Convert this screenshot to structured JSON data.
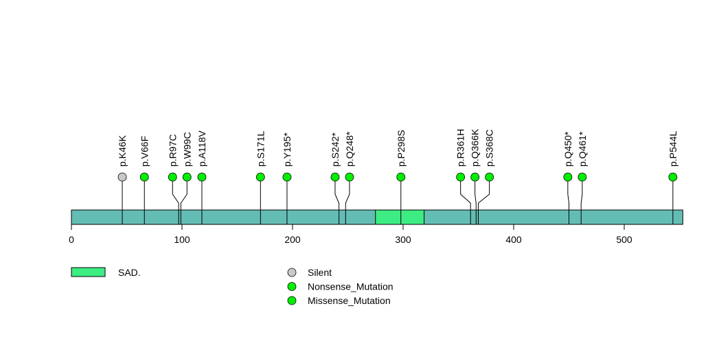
{
  "chart_data": {
    "type": "lollipop",
    "title": "",
    "protein_length": 553,
    "xlim": [
      0,
      553
    ],
    "x_ticks": [
      0,
      100,
      200,
      300,
      400,
      500
    ],
    "x_tick_labels": [
      "0",
      "100",
      "200",
      "300",
      "400",
      "500"
    ],
    "domains": [
      {
        "name": "SAD.",
        "start": 275,
        "end": 319,
        "color": "#3ded83"
      }
    ],
    "backbone_color": "#64bdb4",
    "mutations": [
      {
        "label": "p.K46K",
        "position": 46,
        "type": "Silent"
      },
      {
        "label": "p.V66F",
        "position": 66,
        "type": "Missense_Mutation"
      },
      {
        "label": "p.R97C",
        "position": 97,
        "type": "Missense_Mutation"
      },
      {
        "label": "p.W99C",
        "position": 99,
        "type": "Missense_Mutation"
      },
      {
        "label": "p.A118V",
        "position": 118,
        "type": "Missense_Mutation"
      },
      {
        "label": "p.S171L",
        "position": 171,
        "type": "Missense_Mutation"
      },
      {
        "label": "p.Y195*",
        "position": 195,
        "type": "Nonsense_Mutation"
      },
      {
        "label": "p.S242*",
        "position": 242,
        "type": "Nonsense_Mutation"
      },
      {
        "label": "p.Q248*",
        "position": 248,
        "type": "Nonsense_Mutation"
      },
      {
        "label": "p.P298S",
        "position": 298,
        "type": "Missense_Mutation"
      },
      {
        "label": "p.R361H",
        "position": 361,
        "type": "Missense_Mutation"
      },
      {
        "label": "p.Q366K",
        "position": 366,
        "type": "Missense_Mutation"
      },
      {
        "label": "p.S368C",
        "position": 368,
        "type": "Missense_Mutation"
      },
      {
        "label": "p.Q450*",
        "position": 450,
        "type": "Nonsense_Mutation"
      },
      {
        "label": "p.Q461*",
        "position": 461,
        "type": "Nonsense_Mutation"
      },
      {
        "label": "p.P544L",
        "position": 544,
        "type": "Missense_Mutation"
      }
    ],
    "legend": {
      "domains": [
        {
          "label": "SAD.",
          "color": "#3ded83"
        }
      ],
      "mutation_types": [
        {
          "label": "Silent",
          "color": "#c8c8c8"
        },
        {
          "label": "Nonsense_Mutation",
          "color": "#00ee00"
        },
        {
          "label": "Missense_Mutation",
          "color": "#00ee00"
        }
      ]
    }
  }
}
